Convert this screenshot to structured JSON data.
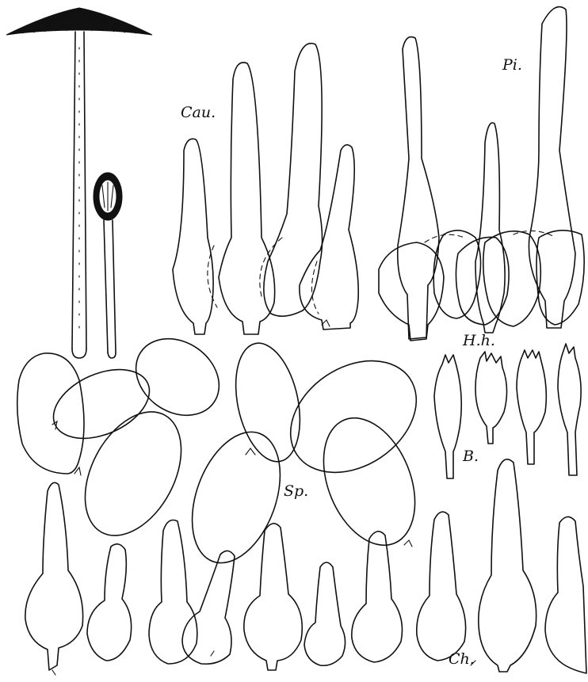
{
  "figure": {
    "labels": {
      "caulocystidia": "Cau.",
      "pileocystidia": "Pi.",
      "hymenial_hyphae": "H.h.",
      "basidia": "B.",
      "spores": "Sp.",
      "cheilocystidia": "Ch."
    }
  }
}
